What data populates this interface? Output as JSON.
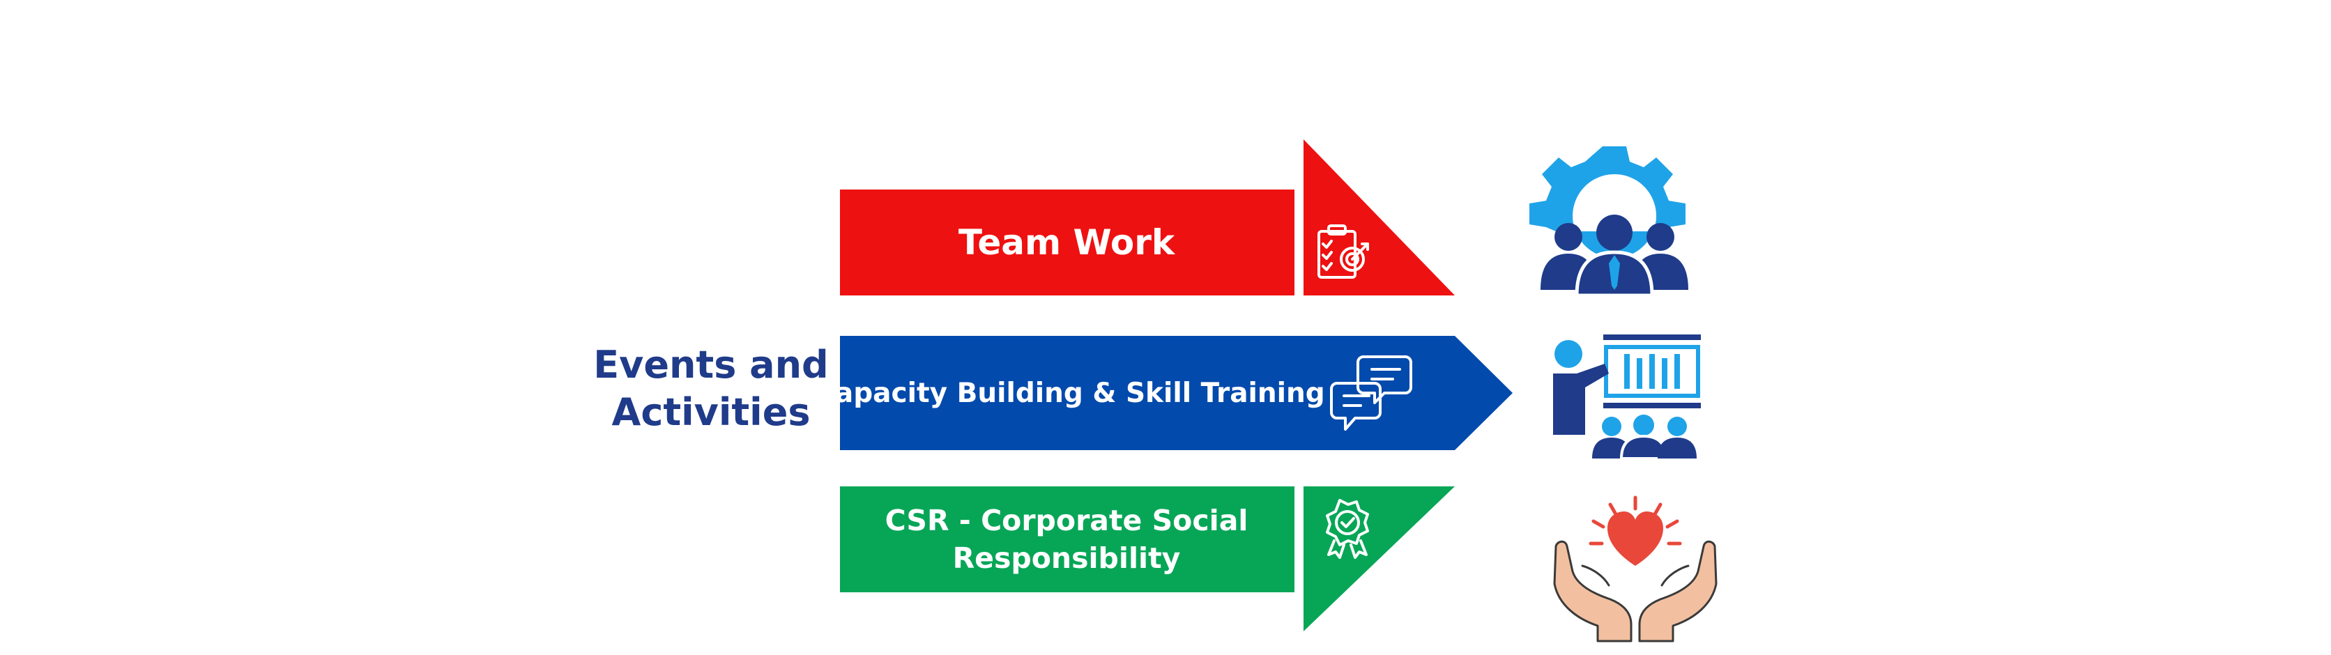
{
  "heading": {
    "line1": "Events and",
    "line2": "Activities"
  },
  "items": [
    {
      "label": "Team Work",
      "color": "#ee1111",
      "icon": "clipboard-target-icon",
      "illustration": "team-gear-icon"
    },
    {
      "label": "Capacity Building & Skill Training",
      "color": "#034aad",
      "icon": "chat-bubbles-icon",
      "illustration": "presentation-training-icon"
    },
    {
      "label_line1": "CSR - Corporate Social",
      "label_line2": "Responsibility",
      "color": "#07a657",
      "icon": "award-badge-icon",
      "illustration": "hands-heart-icon"
    }
  ],
  "colors": {
    "heading": "#1f3b8a",
    "illustration_blue": "#1fa3e8",
    "illustration_navy": "#1f3b8a",
    "heart": "#e8473a",
    "skin": "#f2c0a0"
  }
}
